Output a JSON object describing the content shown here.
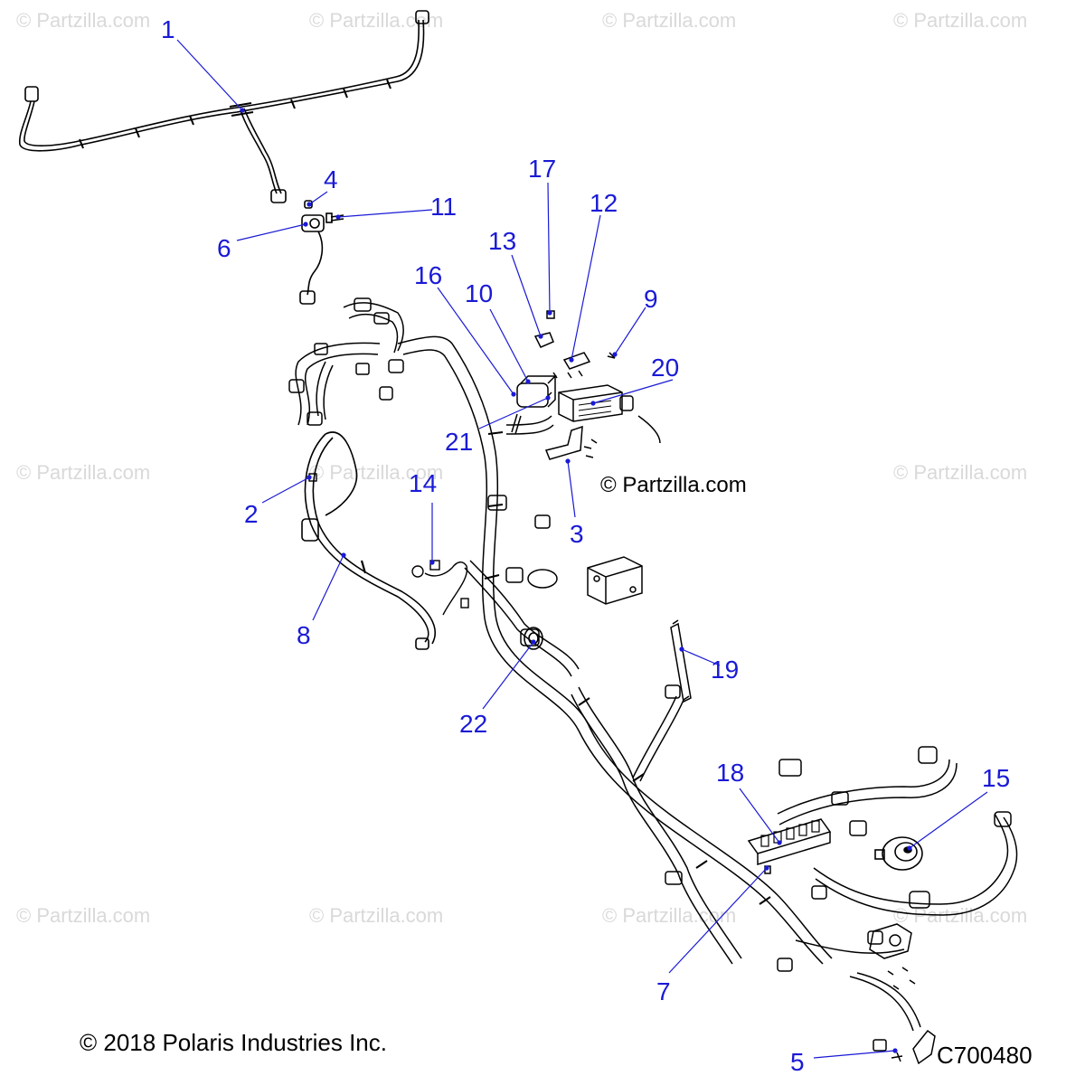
{
  "colors": {
    "callout": "#1a1ad6",
    "line": "#000000",
    "watermark": "#d9d9d9",
    "background": "#ffffff"
  },
  "watermark_text": "© Partzilla.com",
  "center_mark": "© Partzilla.com",
  "copyright": "© 2018 Polaris Industries Inc.",
  "diagram_code": "C700480",
  "callouts": [
    {
      "num": "1"
    },
    {
      "num": "2"
    },
    {
      "num": "3"
    },
    {
      "num": "4"
    },
    {
      "num": "5"
    },
    {
      "num": "6"
    },
    {
      "num": "7"
    },
    {
      "num": "8"
    },
    {
      "num": "9"
    },
    {
      "num": "10"
    },
    {
      "num": "11"
    },
    {
      "num": "12"
    },
    {
      "num": "13"
    },
    {
      "num": "14"
    },
    {
      "num": "15"
    },
    {
      "num": "16"
    },
    {
      "num": "17"
    },
    {
      "num": "18"
    },
    {
      "num": "19"
    },
    {
      "num": "20"
    },
    {
      "num": "21"
    },
    {
      "num": "22"
    }
  ]
}
